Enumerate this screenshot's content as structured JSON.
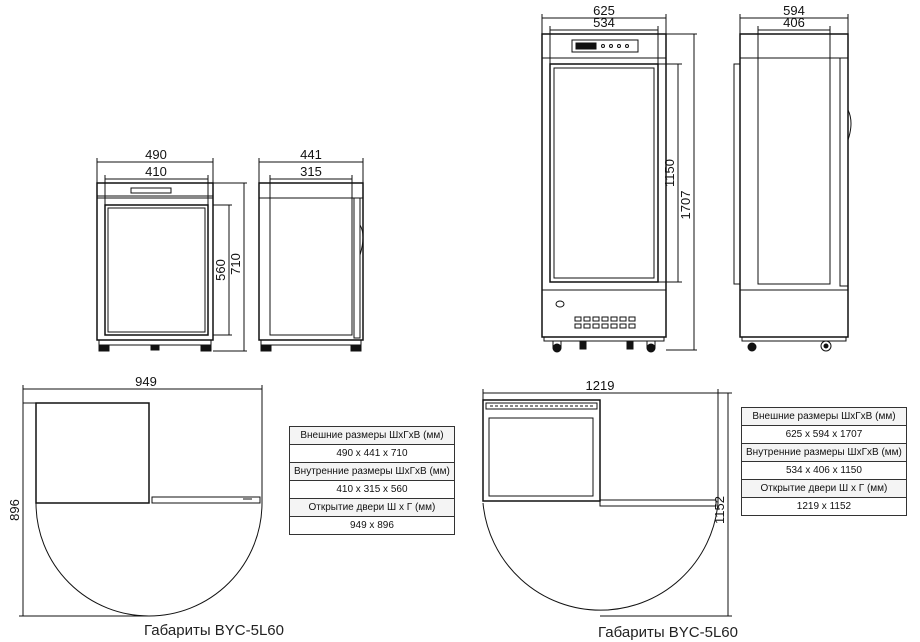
{
  "dims": {
    "small_front_width": "490",
    "small_front_inner_width": "410",
    "small_inner_height": "560",
    "small_total_height": "710",
    "small_side_depth": "441",
    "small_side_inner_depth": "315",
    "large_front_width": "625",
    "large_front_inner_width": "534",
    "large_inner_height": "1150",
    "large_total_height": "1707",
    "large_side_depth": "594",
    "large_side_inner_depth": "406",
    "small_swing_width": "949",
    "small_swing_depth": "896",
    "large_swing_width": "1219",
    "large_swing_depth": "1152"
  },
  "table_small": {
    "rows": [
      {
        "label": "Внешние размеры ШхГхВ (мм)",
        "kind": "head"
      },
      {
        "label": "490 х 441 х 710",
        "kind": "value"
      },
      {
        "label": "Внутренние размеры ШхГхВ (мм)",
        "kind": "head"
      },
      {
        "label": "410 х 315 х 560",
        "kind": "value"
      },
      {
        "label": "Открытие двери Ш х Г (мм)",
        "kind": "head"
      },
      {
        "label": "949 х 896",
        "kind": "value"
      }
    ]
  },
  "table_large": {
    "rows": [
      {
        "label": "Внешние размеры ШхГхВ (мм)",
        "kind": "head"
      },
      {
        "label": "625 х 594 х 1707",
        "kind": "value"
      },
      {
        "label": "Внутренние размеры ШхГхВ (мм)",
        "kind": "head"
      },
      {
        "label": "534 х 406 х 1150",
        "kind": "value"
      },
      {
        "label": "Открытие двери Ш х Г (мм)",
        "kind": "head"
      },
      {
        "label": "1219 х 1152",
        "kind": "value"
      }
    ]
  },
  "captions": {
    "left": "Габариты BYC-5L60",
    "right": "Габариты BYC-5L60"
  }
}
